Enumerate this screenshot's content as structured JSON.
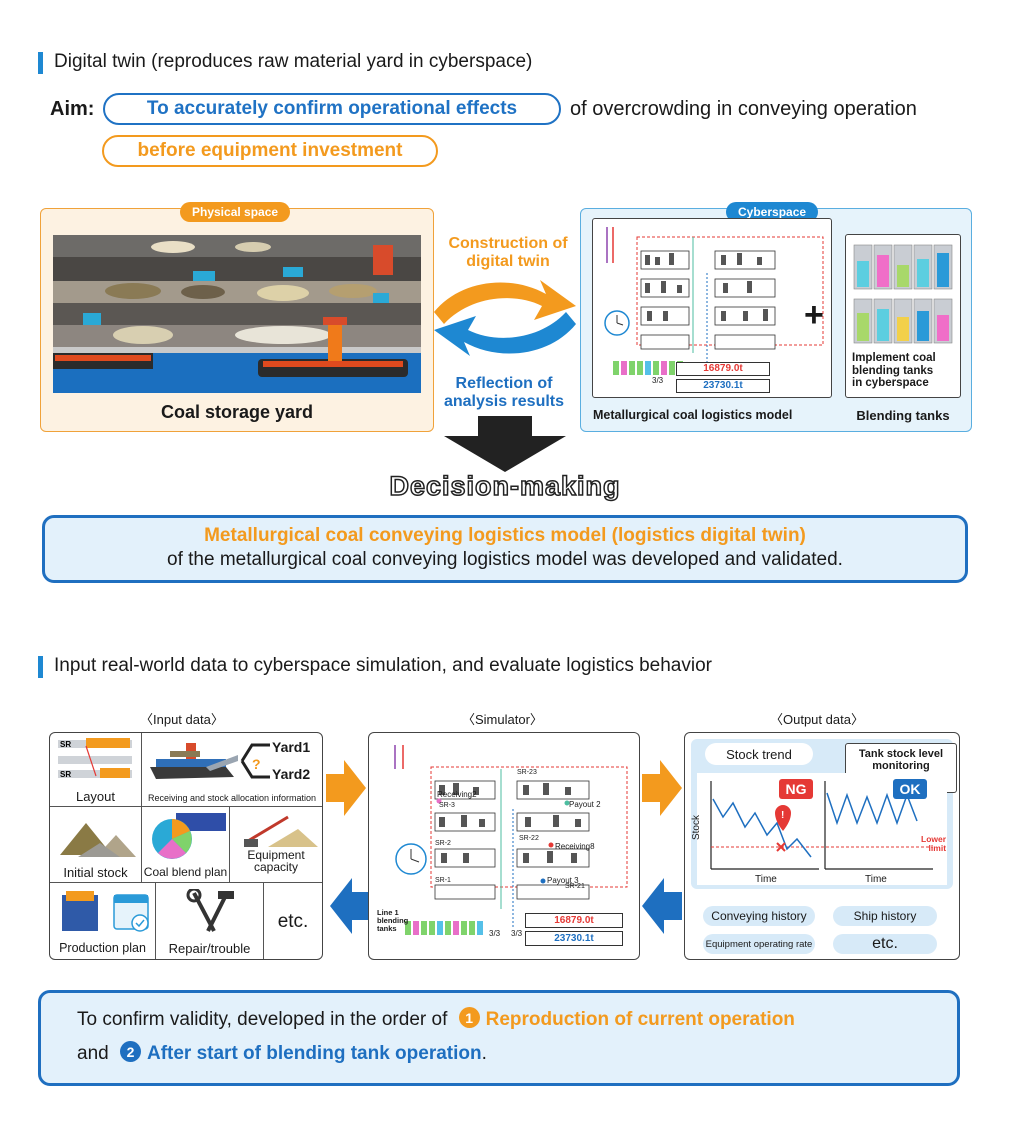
{
  "section1": {
    "title": "Digital twin (reproduces raw material yard in cyberspace)",
    "aim_label": "Aim:",
    "aim_pill1": "To accurately confirm operational effects",
    "aim_rest": "of overcrowding in conveying operation",
    "aim_pill2": "before equipment investment"
  },
  "physical": {
    "tag": "Physical space",
    "caption": "Coal storage yard"
  },
  "cyber": {
    "tag": "Cyberspace",
    "model_caption": "Metallurgical coal logistics model",
    "tanks_caption": "Blending tanks",
    "tanks_note": [
      "Implement coal",
      "blending tanks",
      "in cyberspace"
    ],
    "val1": "16879.0t",
    "val2": "23730.1t",
    "page": "3/3"
  },
  "arrows": {
    "construction": [
      "Construction of",
      "digital twin"
    ],
    "reflection": [
      "Reflection of",
      "analysis results"
    ],
    "decision": "Decision-making"
  },
  "result": {
    "line1": "Metallurgical coal conveying logistics model (logistics digital twin)",
    "line2": "of the metallurgical coal conveying logistics model was developed and validated."
  },
  "section2": {
    "title": "Input real-world data to cyberspace simulation, and evaluate logistics behavior",
    "input_header": "〈Input data〉",
    "sim_header": "〈Simulator〉",
    "output_header": "〈Output data〉"
  },
  "input_cells": {
    "layout": "Layout",
    "receiving": "Receiving and stock allocation information",
    "yard1": "Yard1",
    "yard2": "Yard2",
    "initial_stock": "Initial stock",
    "blend_plan": "Coal blend plan",
    "equipment": [
      "Equipment",
      "capacity"
    ],
    "production": "Production plan",
    "repair": "Repair/trouble",
    "etc": "etc."
  },
  "simulator": {
    "labels": [
      "Receiving2",
      "Payout 2",
      "Receiving8",
      "Payout 3",
      "SR-3",
      "SR-23",
      "SR-22",
      "SR-2",
      "SR-1",
      "SR-21"
    ],
    "line_tanks": [
      "Line 1",
      "blending",
      "tanks"
    ],
    "val1": "16879.0t",
    "val2": "23730.1t",
    "page": "3/3"
  },
  "output": {
    "stock_trend": "Stock trend",
    "tank_monitor": [
      "Tank stock level",
      "monitoring"
    ],
    "ng": "NG",
    "ok": "OK",
    "stock_axis": "Stock",
    "time_axis": "Time",
    "lower_limit": [
      "Lower",
      "limit"
    ],
    "conveying": "Conveying history",
    "ship": "Ship history",
    "equip_rate": "Equipment operating rate",
    "etc": "etc."
  },
  "bottom": {
    "line1_pre": "To confirm validity, developed in the order of",
    "step1_num": "1",
    "step1": "Reproduction of current operation",
    "line2_pre": "and",
    "step2_num": "2",
    "step2": "After start of blending tank operation",
    "step2_end": "."
  },
  "colors": {
    "blue": "#1f72c4",
    "orange": "#f39a1e",
    "ng_red": "#e53935",
    "ok_blue": "#1e6fc0"
  }
}
